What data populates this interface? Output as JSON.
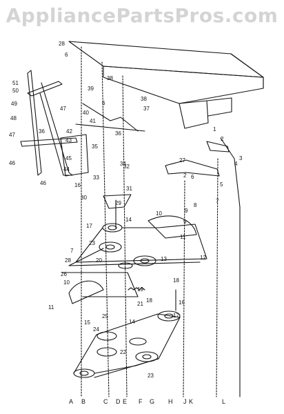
{
  "watermark": "AppliancePartsPros.com",
  "diagram": {
    "line_color": "#111111",
    "part_numbers": [
      "28",
      "6",
      "38",
      "38",
      "39",
      "37",
      "6",
      "51",
      "50",
      "49",
      "48",
      "47",
      "47",
      "46",
      "46",
      "45",
      "44",
      "43",
      "42",
      "41",
      "40",
      "36",
      "36",
      "35",
      "34",
      "33",
      "32",
      "31",
      "30",
      "29",
      "28",
      "23",
      "17",
      "16",
      "14",
      "13",
      "12",
      "11",
      "10",
      "10",
      "9",
      "8",
      "7",
      "7",
      "6",
      "5",
      "4",
      "3",
      "2",
      "2",
      "1",
      "27",
      "26",
      "25",
      "24",
      "23",
      "22",
      "21",
      "20",
      "19",
      "18",
      "18",
      "17",
      "16",
      "15",
      "14",
      "11",
      "9"
    ],
    "bottom_letters": [
      "A",
      "B",
      "C",
      "D",
      "E",
      "F",
      "G",
      "H",
      "J",
      "K",
      "L"
    ]
  }
}
